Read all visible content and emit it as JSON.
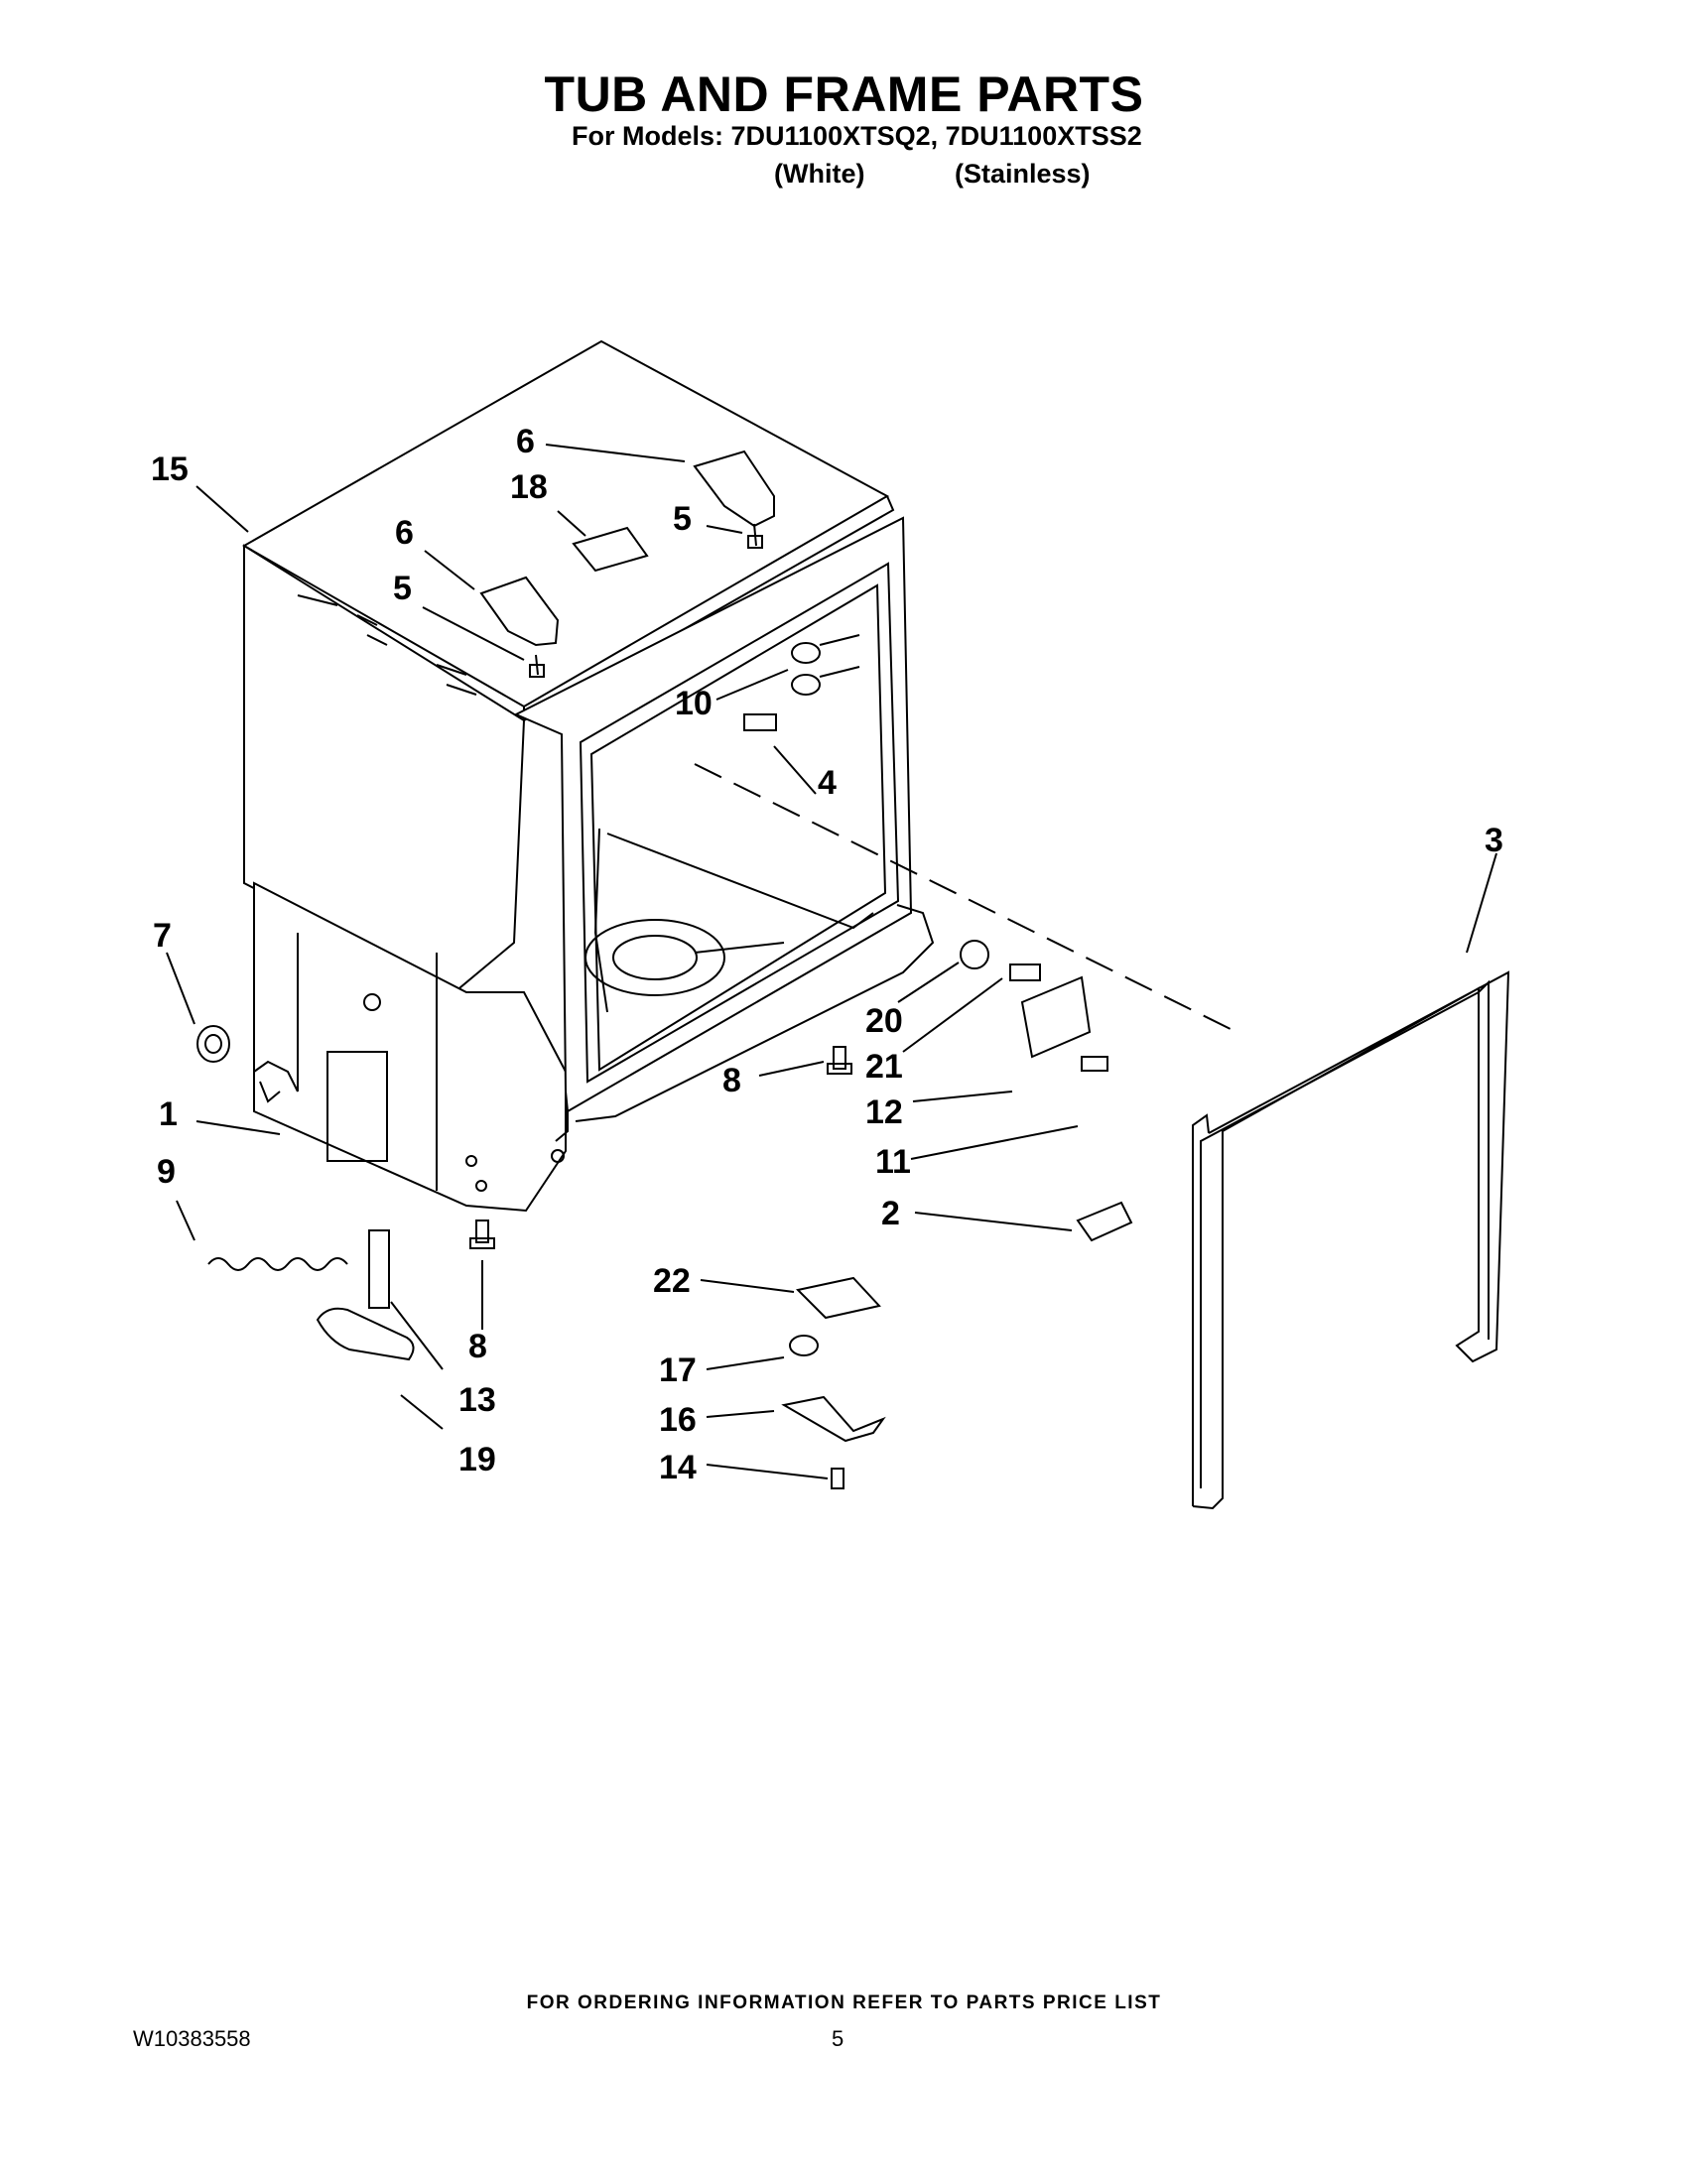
{
  "page": {
    "title": "TUB AND FRAME PARTS",
    "models_line": "For Models: 7DU1100XTSQ2, 7DU1100XTSS2",
    "variants": [
      "(White)",
      "(Stainless)"
    ],
    "footer_note": "FOR ORDERING INFORMATION REFER TO PARTS PRICE LIST",
    "doc_number": "W10383558",
    "page_number": "5"
  },
  "callouts": [
    "15",
    "6",
    "18",
    "5",
    "6",
    "5",
    "10",
    "4",
    "3",
    "7",
    "20",
    "21",
    "8",
    "12",
    "1",
    "11",
    "9",
    "2",
    "22",
    "8",
    "13",
    "17",
    "16",
    "19",
    "14"
  ]
}
